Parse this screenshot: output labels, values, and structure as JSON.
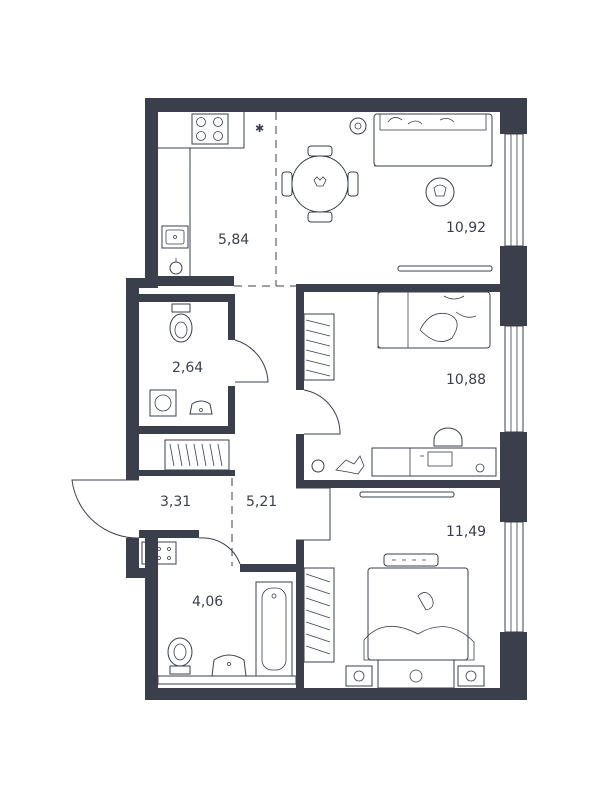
{
  "colors": {
    "wall": "#3a3f4b",
    "background": "#ffffff"
  },
  "rooms": [
    {
      "id": "kitchen",
      "area": "5,84"
    },
    {
      "id": "living-room",
      "area": "10,92"
    },
    {
      "id": "toilet",
      "area": "2,64"
    },
    {
      "id": "bedroom-1",
      "area": "10,88"
    },
    {
      "id": "entrance",
      "area": "3,31"
    },
    {
      "id": "corridor",
      "area": "5,21"
    },
    {
      "id": "bedroom-2",
      "area": "11,49"
    },
    {
      "id": "bathroom",
      "area": "4,06"
    }
  ]
}
